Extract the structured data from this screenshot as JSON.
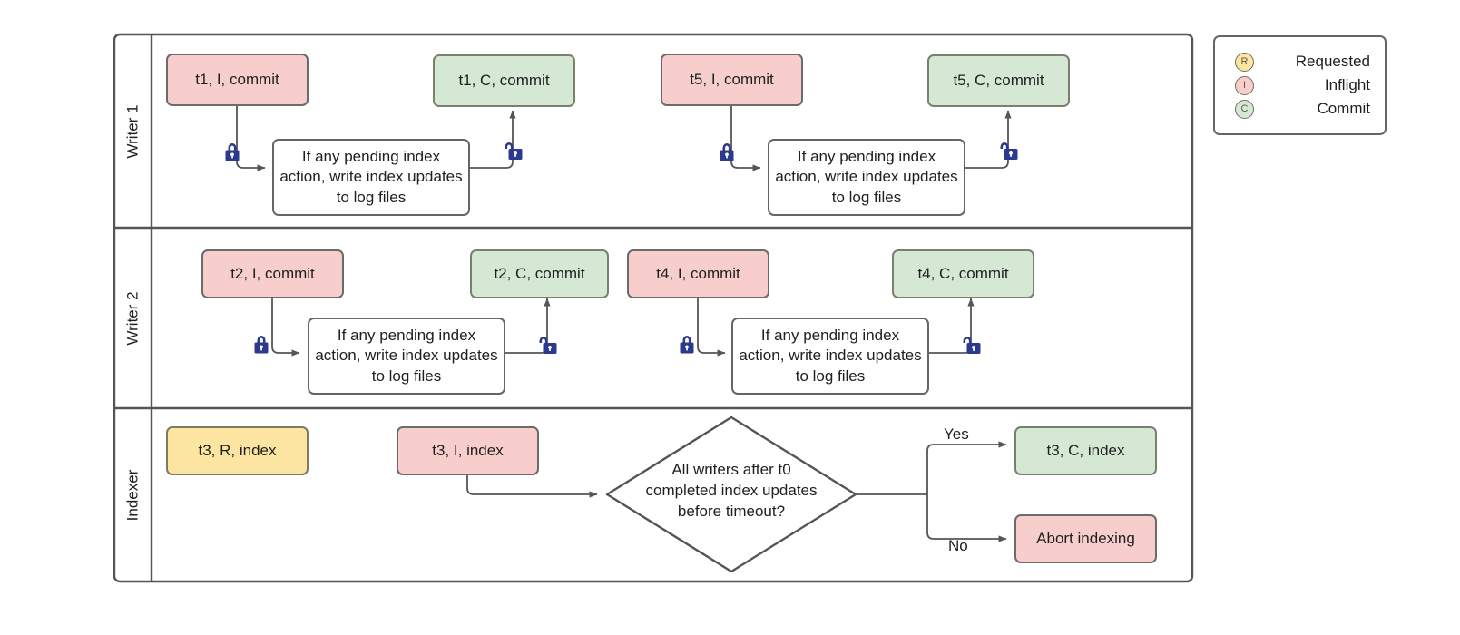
{
  "diagram": {
    "title": "Writer / Indexer concurrency swimlane",
    "colors": {
      "inflight_fill": "#f8cecc",
      "commit_fill": "#d5e8d4",
      "requested_fill": "#fbe5a0",
      "plain_fill": "#ffffff",
      "stroke": "#666666",
      "lock_color": "#2b3a8f",
      "text": "#1f1f1f"
    },
    "lanes": [
      {
        "label": "Writer 1"
      },
      {
        "label": "Writer 2"
      },
      {
        "label": "Indexer"
      }
    ],
    "writer1": {
      "inflight_1": "t1, I, commit",
      "commit_1": "t1, C, commit",
      "process_1": "If any pending index action, write index updates to log files",
      "inflight_2": "t5, I, commit",
      "commit_2": "t5, C, commit",
      "process_2": "If any pending index action, write index updates to log files",
      "lock_closed_1": "lock-closed",
      "lock_open_1": "lock-open",
      "lock_closed_2": "lock-closed",
      "lock_open_2": "lock-open"
    },
    "writer2": {
      "inflight_1": "t2, I, commit",
      "commit_1": "t2, C, commit",
      "process_1": "If any pending index action, write index updates to log files",
      "inflight_2": "t4, I, commit",
      "commit_2": "t4, C, commit",
      "process_2": "If any pending index action, write index updates to log files",
      "lock_closed_1": "lock-closed",
      "lock_open_1": "lock-open",
      "lock_closed_2": "lock-closed",
      "lock_open_2": "lock-open"
    },
    "indexer": {
      "requested": "t3, R, index",
      "inflight": "t3, I, index",
      "decision_line_1": "All writers after t0",
      "decision_line_2": "completed index updates",
      "decision_line_3": "before timeout?",
      "yes_label": "Yes",
      "no_label": "No",
      "commit": "t3, C, index",
      "abort": "Abort indexing"
    },
    "legend": {
      "items": [
        {
          "badge": "R",
          "label": "Requested",
          "fill": "#fbe5a0"
        },
        {
          "badge": "I",
          "label": "Inflight",
          "fill": "#f8cecc"
        },
        {
          "badge": "C",
          "label": "Commit",
          "fill": "#d5e8d4"
        }
      ]
    }
  }
}
